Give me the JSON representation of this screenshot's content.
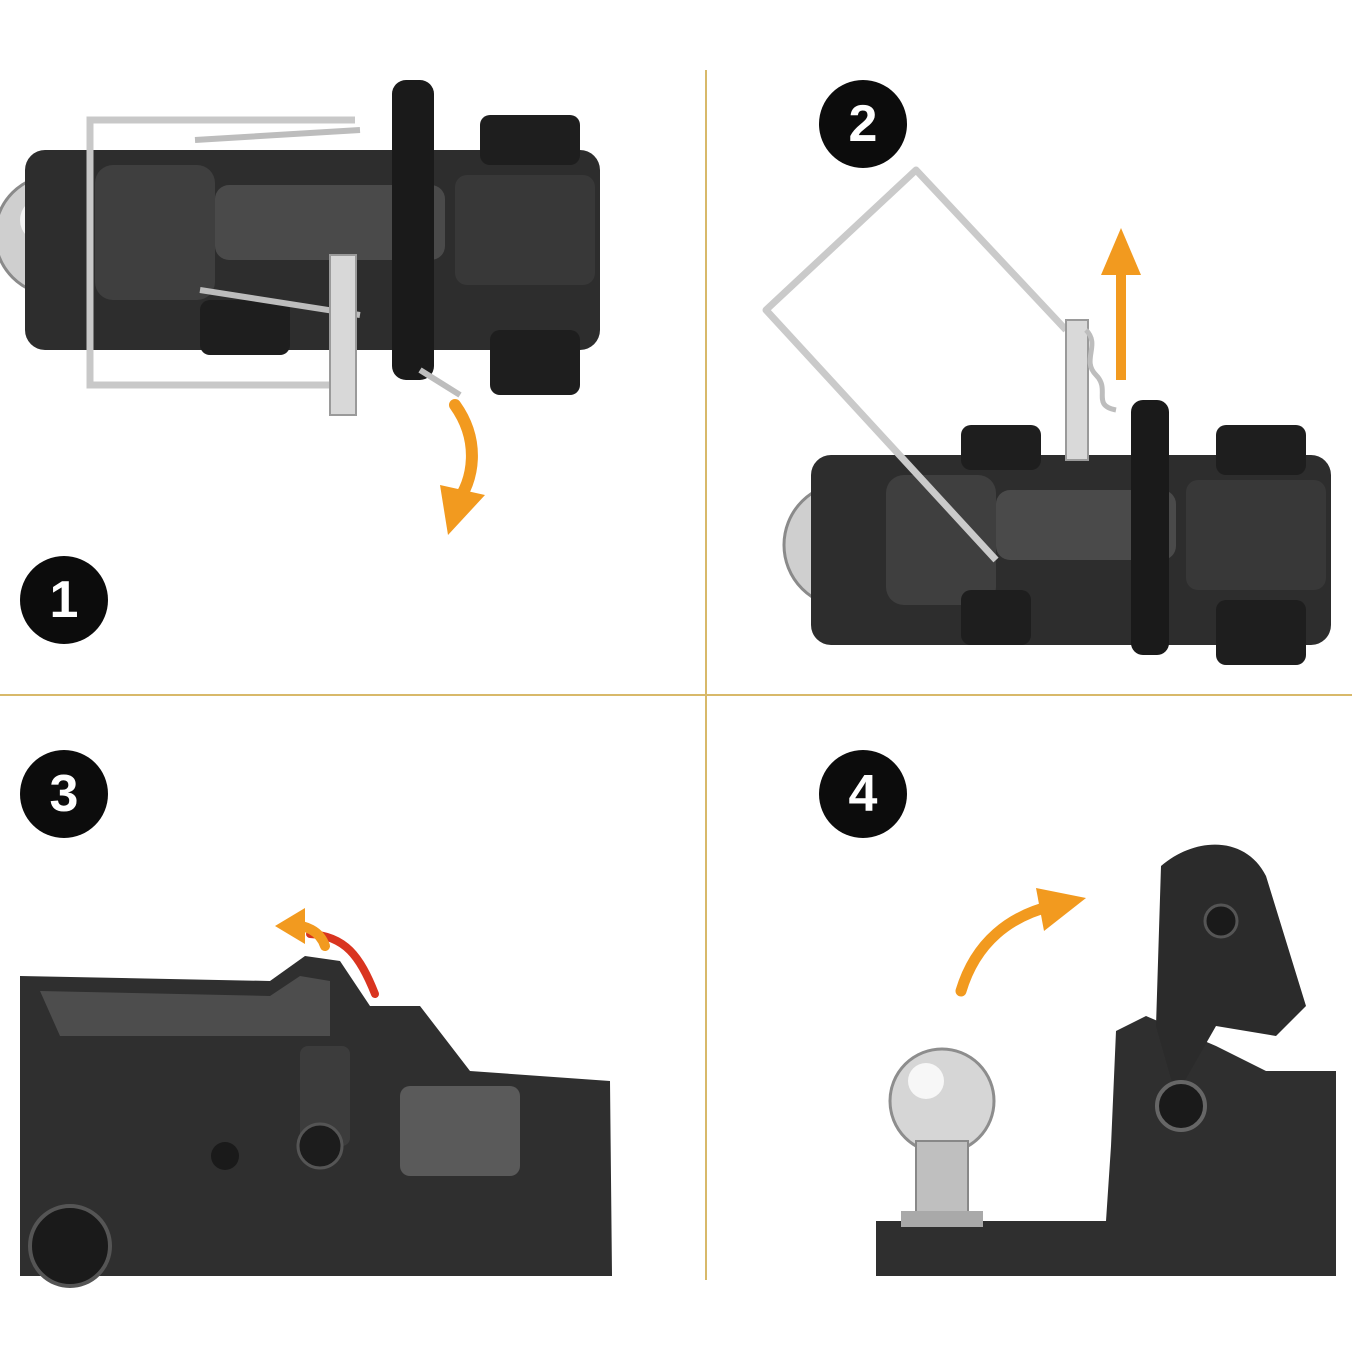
{
  "colors": {
    "accent_orange": "#f29a1f",
    "accent_red": "#d9341f",
    "divider": "#d8b96a",
    "metal_dark": "#2c2c2c",
    "chrome": "#d9d9d9"
  },
  "steps": [
    {
      "number": "1",
      "arrow": "down-curved-arrow"
    },
    {
      "number": "2",
      "arrow": "up-arrow"
    },
    {
      "number": "3",
      "arrow": "curved-back-arrow"
    },
    {
      "number": "4",
      "arrow": "curved-up-right-arrow"
    }
  ]
}
